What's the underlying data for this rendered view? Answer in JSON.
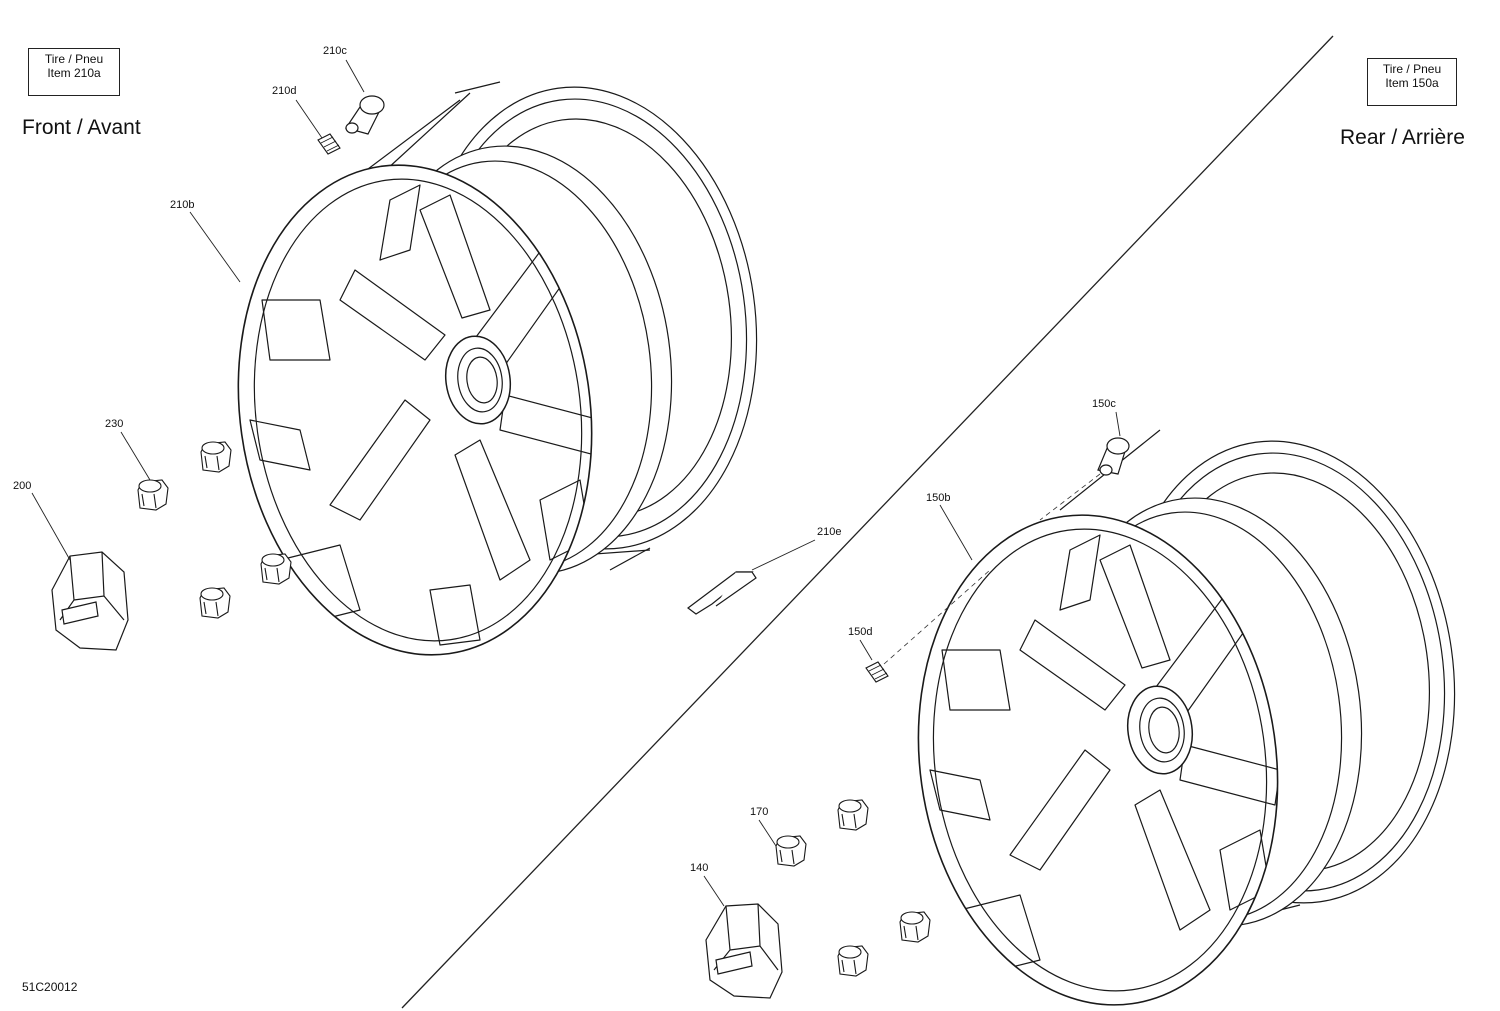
{
  "front": {
    "title": "Front / Avant",
    "tire_note": {
      "line1": "Tire / Pneu",
      "line2": "Item 210a"
    },
    "callouts": {
      "rim": "210b",
      "valve_stem": "210c",
      "valve_cap": "210d",
      "balance_weight": "210e",
      "lug_nut": "230",
      "hub_cap": "200"
    }
  },
  "rear": {
    "title": "Rear / Arrière",
    "tire_note": {
      "line1": "Tire / Pneu",
      "line2": "Item 150a"
    },
    "callouts": {
      "rim": "150b",
      "valve_stem": "150c",
      "valve_cap": "150d",
      "lug_nut": "170",
      "hub_cap": "140"
    }
  },
  "drawing_id": "51C20012"
}
